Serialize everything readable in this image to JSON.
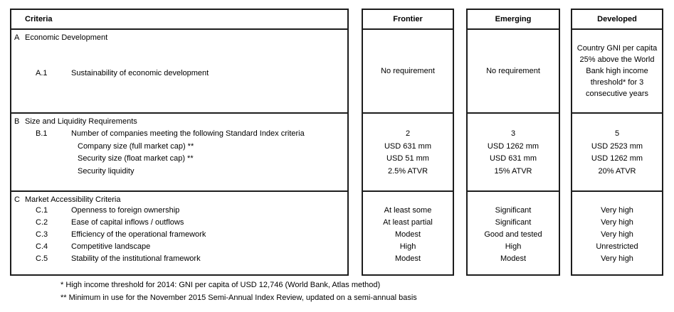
{
  "table": {
    "header": "Criteria",
    "sections": [
      {
        "id": "A",
        "title": "Economic Development",
        "rows": [
          {
            "num": "A.1",
            "label": "Sustainability of economic development"
          }
        ]
      },
      {
        "id": "B",
        "title": "Size and Liquidity Requirements",
        "rows": [
          {
            "num": "B.1",
            "label": "Number of companies meeting the following Standard Index criteria"
          },
          {
            "num": "",
            "label": "Company size (full market cap) **"
          },
          {
            "num": "",
            "label": "Security size (float market cap) **"
          },
          {
            "num": "",
            "label": "Security liquidity"
          }
        ]
      },
      {
        "id": "C",
        "title": "Market Accessibility Criteria",
        "rows": [
          {
            "num": "C.1",
            "label": "Openness to foreign ownership"
          },
          {
            "num": "C.2",
            "label": "Ease of capital inflows / outflows"
          },
          {
            "num": "C.3",
            "label": "Efficiency of the operational framework"
          },
          {
            "num": "C.4",
            "label": "Competitive landscape"
          },
          {
            "num": "C.5",
            "label": "Stability of the institutional framework"
          }
        ]
      }
    ]
  },
  "columns": [
    {
      "header": "Frontier",
      "a_value": "No requirement",
      "b_values": [
        "2",
        "USD 631 mm",
        "USD 51 mm",
        "2.5% ATVR"
      ],
      "c_values": [
        "At least some",
        "At least partial",
        "Modest",
        "High",
        "Modest"
      ]
    },
    {
      "header": "Emerging",
      "a_value": "No requirement",
      "b_values": [
        "3",
        "USD 1262 mm",
        "USD 631 mm",
        "15% ATVR"
      ],
      "c_values": [
        "Significant",
        "Significant",
        "Good and tested",
        "High",
        "Modest"
      ]
    },
    {
      "header": "Developed",
      "a_value": "Country GNI per capita 25% above the World Bank high income threshold* for 3 consecutive years",
      "b_values": [
        "5",
        "USD 2523 mm",
        "USD 1262 mm",
        "20% ATVR"
      ],
      "c_values": [
        "Very high",
        "Very high",
        "Very high",
        "Unrestricted",
        "Very high"
      ]
    }
  ],
  "footnotes": [
    "* High income threshold for 2014: GNI per capita of USD 12,746 (World Bank, Atlas method)",
    "** Minimum in use for the November 2015 Semi-Annual Index Review, updated on a semi-annual basis"
  ]
}
